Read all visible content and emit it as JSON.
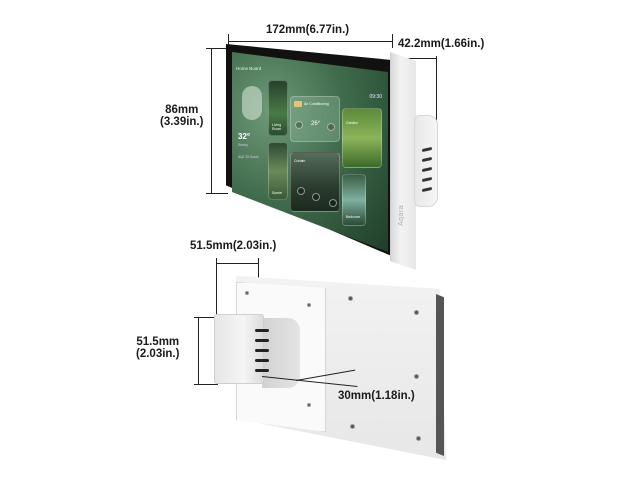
{
  "image": {
    "type": "product dimension diagram",
    "brand_mark": "Aqara"
  },
  "dimensions": {
    "width": "172mm(6.77in.)",
    "height_label_mm": "86mm",
    "height_label_in": "(3.39in.)",
    "depth": "42.2mm(1.66in.)",
    "backbox_width": "51.5mm(2.03in.)",
    "backbox_height_mm": "51.5mm",
    "backbox_height_in": "(2.03in.)",
    "backbox_depth": "30mm(1.18in.)"
  },
  "screen_ui": {
    "title": "Home Board",
    "status_time": "09:30",
    "weather_temp": "32°",
    "weather_label": "Sunny",
    "air_quality": "AQI 15 Good",
    "climate_temp": "26°",
    "climate_label": "Air Conditioning",
    "cards": [
      "Living Room",
      "Curtain",
      "Garden",
      "Scene",
      "Bedroom"
    ]
  },
  "colors": {
    "screen_green": "#3f6b4c",
    "bezel": "#111111",
    "body_white": "#f2f2f2",
    "label_text": "#1a1a1a"
  }
}
